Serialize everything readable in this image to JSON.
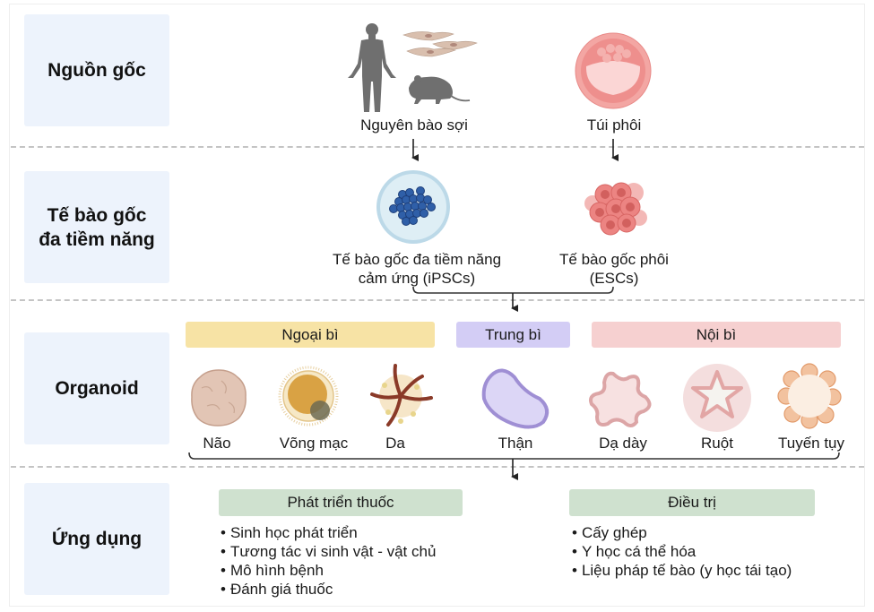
{
  "rows": {
    "origin": {
      "label": "Nguồn gốc"
    },
    "pluripotent": {
      "label_line1": "Tế bào gốc",
      "label_line2": "đa tiềm năng"
    },
    "organoid": {
      "label": "Organoid"
    },
    "application": {
      "label": "Ứng dụng"
    }
  },
  "origin": {
    "fibroblast_label": "Nguyên bào sợi",
    "blastocyst_label": "Túi phôi"
  },
  "stem_cells": {
    "ipsc_line1": "Tế bào gốc đa tiềm năng",
    "ipsc_line2": "cảm ứng (iPSCs)",
    "esc_line1": "Tế bào gốc phôi",
    "esc_line2": "(ESCs)"
  },
  "germ_layers": [
    {
      "label": "Ngoại bì",
      "color": "#f7e3a5"
    },
    {
      "label": "Trung bì",
      "color": "#d3cdf5"
    },
    {
      "label": "Nội bì",
      "color": "#f6d0d0"
    }
  ],
  "organoids": [
    {
      "label": "Não",
      "layer": "Ngoại bì"
    },
    {
      "label": "Võng mạc",
      "layer": "Ngoại bì"
    },
    {
      "label": "Da",
      "layer": "Ngoại bì"
    },
    {
      "label": "Thận",
      "layer": "Trung bì"
    },
    {
      "label": "Dạ dày",
      "layer": "Nội bì"
    },
    {
      "label": "Ruột",
      "layer": "Nội bì"
    },
    {
      "label": "Tuyến tụy",
      "layer": "Nội bì"
    }
  ],
  "applications": {
    "drug_development": {
      "title": "Phát triển thuốc",
      "items": [
        "Sinh học phát triển",
        "Tương tác vi sinh vật - vật chủ",
        "Mô hình bệnh",
        "Đánh giá thuốc"
      ]
    },
    "therapy": {
      "title": "Điều trị",
      "items": [
        "Cấy ghép",
        "Y học cá thể hóa",
        "Liệu pháp tế bào (y học tái tạo)"
      ]
    }
  },
  "colors": {
    "row_label_bg": "#edf3fc",
    "application_header_bg": "#cfe1cf"
  }
}
